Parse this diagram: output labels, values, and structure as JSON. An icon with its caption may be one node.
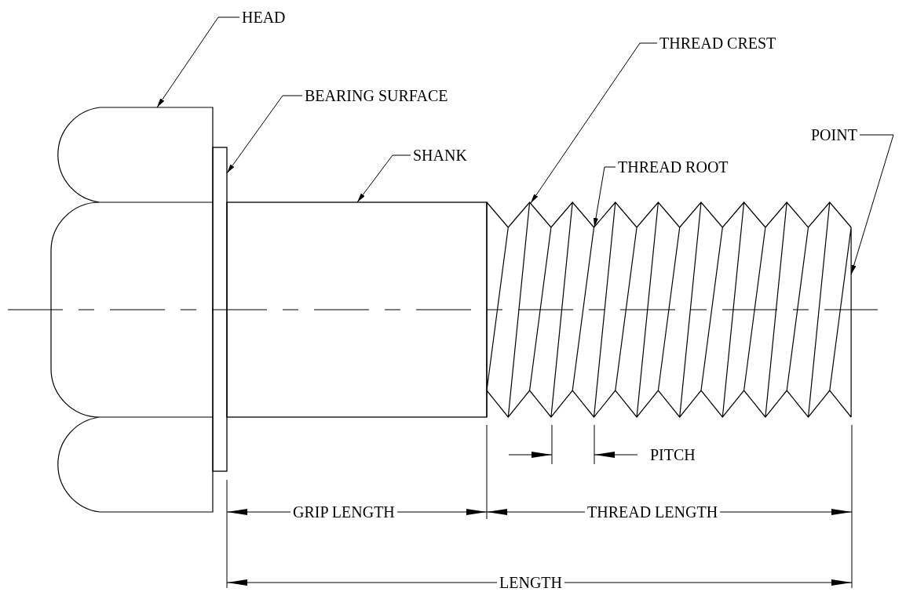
{
  "diagram": {
    "nodes": [
      {
        "text": [
          "HEAD"
        ]
      },
      {
        "text": [
          "BEARING SURFACE"
        ]
      },
      {
        "text": [
          "SHANK"
        ]
      },
      {
        "text": [
          "THREAD CREST"
        ]
      },
      {
        "text": [
          "THREAD ROOT"
        ]
      },
      {
        "text": [
          "POINT"
        ]
      },
      {
        "text": [],
        "shape": "picture"
      },
      {
        "text": [],
        "shape": "box"
      },
      {
        "text": [],
        "shape": "box"
      },
      {
        "text": [],
        "shape": "picture"
      }
    ],
    "edges": [
      {
        "from": 0,
        "to": 6,
        "arrow": "to"
      },
      {
        "from": 1,
        "to": 7,
        "arrow": "to"
      },
      {
        "from": 2,
        "to": 8,
        "arrow": "to"
      },
      {
        "from": 3,
        "to": 9,
        "arrow": "to"
      },
      {
        "from": 4,
        "to": 9,
        "arrow": "to"
      },
      {
        "from": 5,
        "to": 9,
        "arrow": "to"
      }
    ],
    "labels": [
      "PITCH",
      "GRIP LENGTH",
      "THREAD LENGTH",
      "LENGTH"
    ]
  }
}
